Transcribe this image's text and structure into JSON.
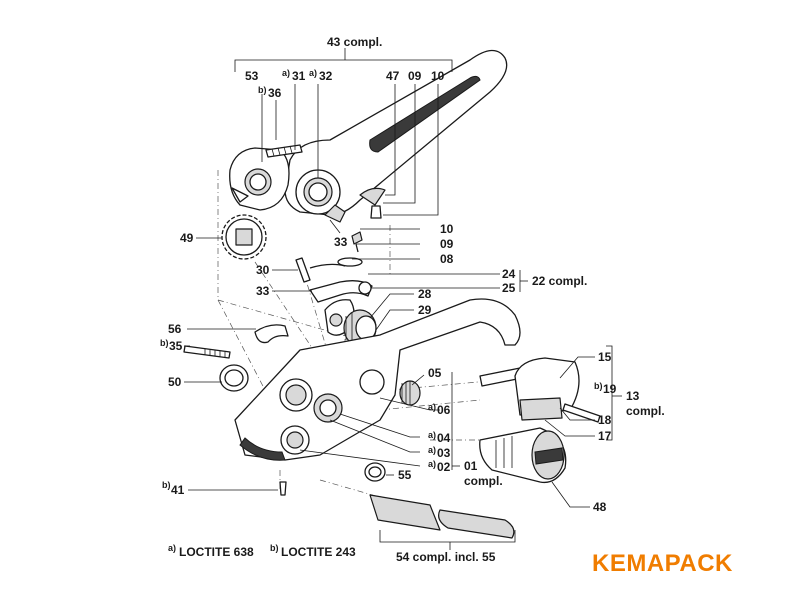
{
  "diagram": {
    "brand": "KEMAPACK",
    "brand_color": "#f07d00",
    "legend": {
      "a": "LOCTITE 638",
      "b": "LOCTITE 243"
    },
    "assemblies": {
      "a43": "43 compl.",
      "a22": "22 compl.",
      "a13_line1": "13",
      "a13_line2": "compl.",
      "a01_line1": "01",
      "a01_line2": "compl.",
      "a54": "54 compl. incl. 55"
    },
    "labels": {
      "p53": "53",
      "p31": "31",
      "p32": "32",
      "p36": "36",
      "p47": "47",
      "p09": "09",
      "p10": "10",
      "p33a": "33",
      "p10b": "10",
      "p09b": "09",
      "p08": "08",
      "p49": "49",
      "p30": "30",
      "p33b": "33",
      "p24": "24",
      "p25": "25",
      "p28": "28",
      "p29": "29",
      "p56": "56",
      "p35": "35",
      "p50": "50",
      "p05": "05",
      "p06": "06",
      "p04": "04",
      "p03": "03",
      "p02": "02",
      "p15": "15",
      "p19": "19",
      "p18": "18",
      "p17": "17",
      "p55": "55",
      "p48": "48",
      "p41": "41"
    },
    "superscripts": {
      "a": "a)",
      "b": "b)"
    }
  }
}
